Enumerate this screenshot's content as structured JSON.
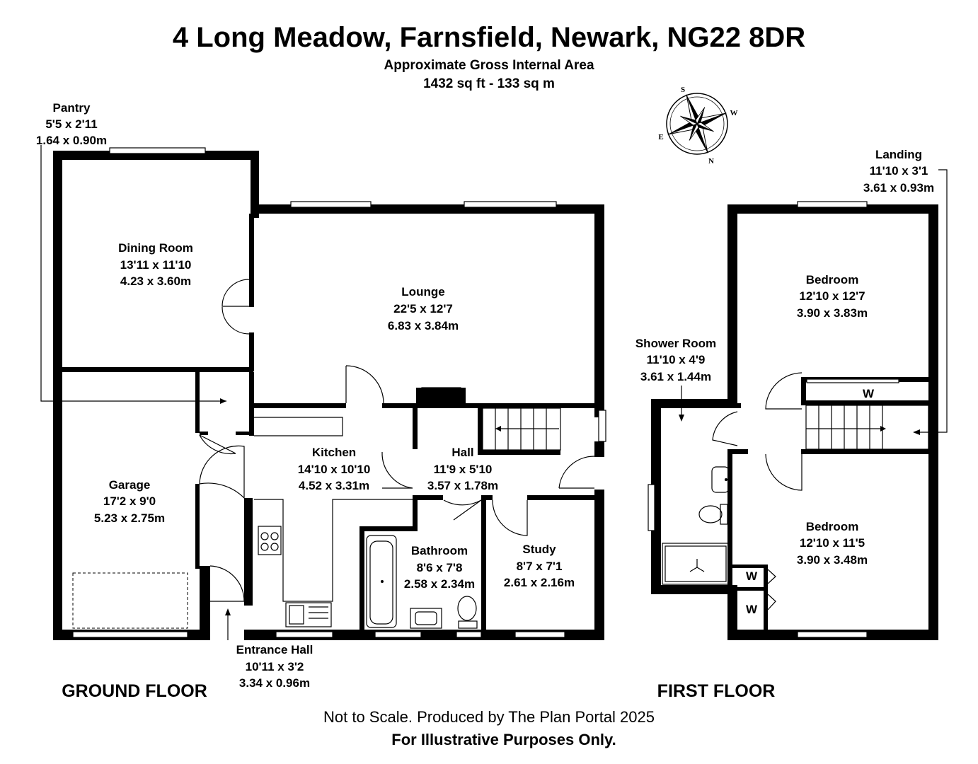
{
  "header": {
    "address": "4 Long Meadow, Farnsfield, Newark, NG22 8DR",
    "area_label": "Approximate Gross Internal Area",
    "area_value": "1432 sq ft - 133 sq m"
  },
  "compass": {
    "n": "N",
    "s": "S",
    "e": "E",
    "w": "W"
  },
  "floors": {
    "ground": "GROUND FLOOR",
    "first": "FIRST FLOOR"
  },
  "rooms": {
    "pantry": {
      "name": "Pantry",
      "imperial": "5'5 x 2'11",
      "metric": "1.64 x 0.90m"
    },
    "dining": {
      "name": "Dining Room",
      "imperial": "13'11 x 11'10",
      "metric": "4.23 x 3.60m"
    },
    "lounge": {
      "name": "Lounge",
      "imperial": "22'5 x 12'7",
      "metric": "6.83 x 3.84m"
    },
    "garage": {
      "name": "Garage",
      "imperial": "17'2 x 9'0",
      "metric": "5.23 x 2.75m"
    },
    "kitchen": {
      "name": "Kitchen",
      "imperial": "14'10 x 10'10",
      "metric": "4.52 x 3.31m"
    },
    "hall": {
      "name": "Hall",
      "imperial": "11'9 x 5'10",
      "metric": "3.57 x 1.78m"
    },
    "bathroom": {
      "name": "Bathroom",
      "imperial": "8'6 x 7'8",
      "metric": "2.58 x 2.34m"
    },
    "study": {
      "name": "Study",
      "imperial": "8'7 x 7'1",
      "metric": "2.61 x 2.16m"
    },
    "entrance": {
      "name": "Entrance Hall",
      "imperial": "10'11 x 3'2",
      "metric": "3.34 x 0.96m"
    },
    "landing": {
      "name": "Landing",
      "imperial": "11'10 x 3'1",
      "metric": "3.61 x 0.93m"
    },
    "bedroom1": {
      "name": "Bedroom",
      "imperial": "12'10 x 12'7",
      "metric": "3.90 x 3.83m"
    },
    "shower": {
      "name": "Shower Room",
      "imperial": "11'10 x 4'9",
      "metric": "3.61 x 1.44m"
    },
    "bedroom2": {
      "name": "Bedroom",
      "imperial": "12'10 x 11'5",
      "metric": "3.90 x 3.48m"
    }
  },
  "wardrobe_label": "W",
  "footer": {
    "disclaimer": "Not to Scale. Produced by The Plan Portal 2025",
    "illustrative": "For Illustrative Purposes Only."
  }
}
